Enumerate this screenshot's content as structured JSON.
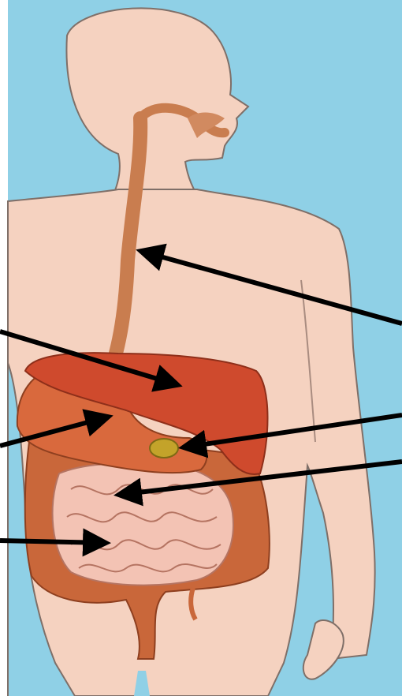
{
  "colors": {
    "background": "#8fd0e6",
    "skin": "#f5d2c0",
    "skin_outline": "#7f6f68",
    "esophagus": "#c97d4f",
    "liver": "#cf4a2d",
    "stomach": "#d9693d",
    "gallbladder": "#c3a32a",
    "large_intestine": "#c9673a",
    "small_intestine": "#f3c3b4",
    "arrow": "#000000"
  },
  "labels": [],
  "pointers": [
    {
      "target": "esophagus"
    },
    {
      "target": "liver"
    },
    {
      "target": "stomach"
    },
    {
      "target": "gallbladder"
    },
    {
      "target": "pancreas"
    },
    {
      "target": "small-intestine"
    }
  ]
}
